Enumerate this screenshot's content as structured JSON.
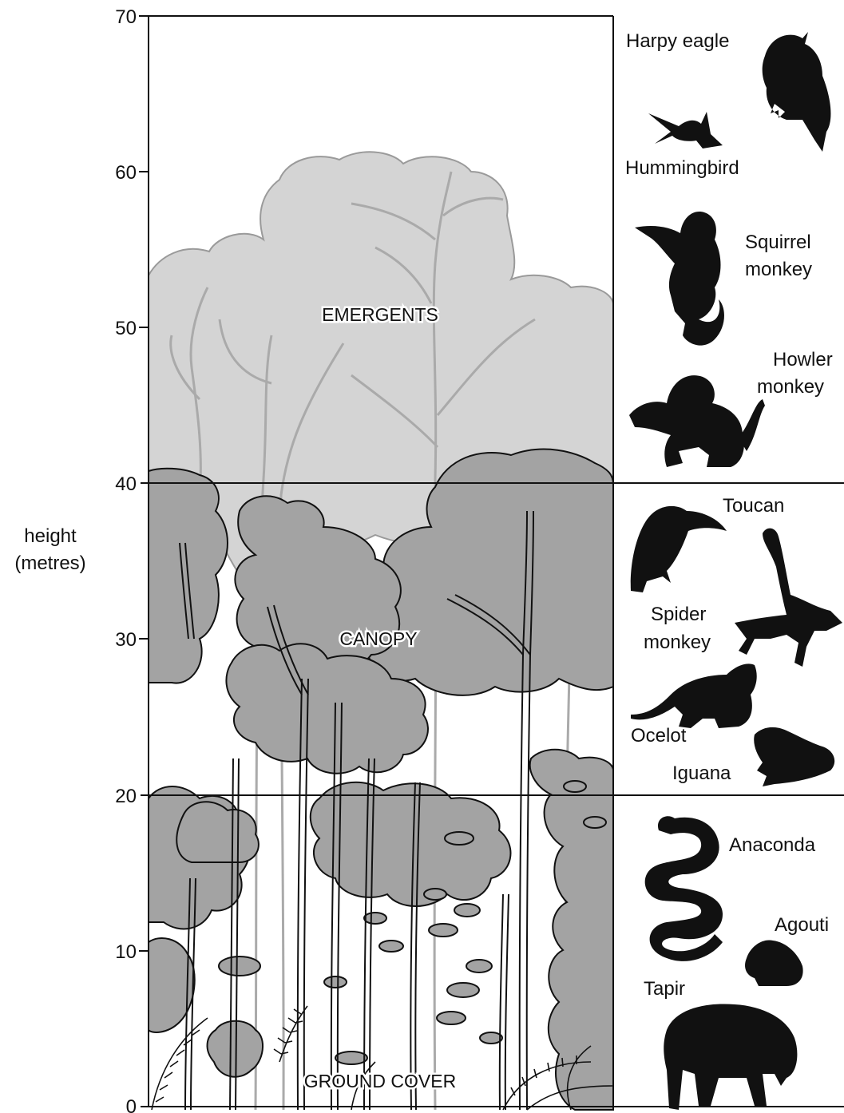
{
  "axis": {
    "title_line1": "height",
    "title_line2": "(metres)",
    "ticks": [
      "0",
      "10",
      "20",
      "30",
      "40",
      "50",
      "60",
      "70"
    ]
  },
  "layers": {
    "emergents": "EMERGENTS",
    "canopy": "CANOPY",
    "ground_cover": "GROUND COVER"
  },
  "animals": {
    "harpy_eagle": "Harpy eagle",
    "hummingbird": "Hummingbird",
    "squirrel_monkey_1": "Squirrel",
    "squirrel_monkey_2": "monkey",
    "howler_monkey_1": "Howler",
    "howler_monkey_2": "monkey",
    "toucan": "Toucan",
    "spider_monkey_1": "Spider",
    "spider_monkey_2": "monkey",
    "ocelot": "Ocelot",
    "iguana": "Iguana",
    "anaconda": "Anaconda",
    "agouti": "Agouti",
    "tapir": "Tapir"
  },
  "colors": {
    "emergent_foliage": "#d4d4d4",
    "canopy_foliage": "#a3a3a3",
    "line": "#111111"
  }
}
